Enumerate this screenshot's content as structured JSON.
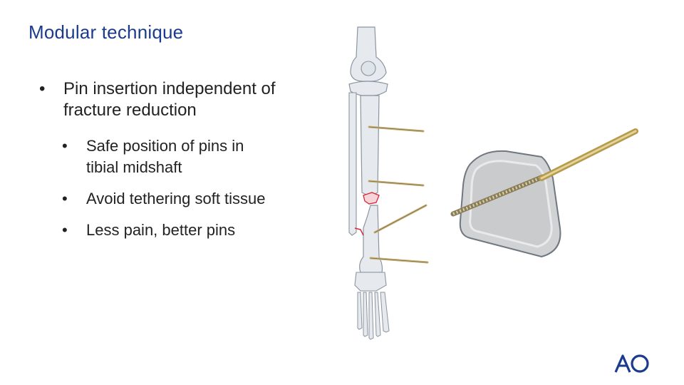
{
  "slide": {
    "title": "Modular technique",
    "bullet_main": "Pin insertion independent of fracture reduction",
    "sub_bullets": [
      "Safe position of pins in tibial midshaft",
      "Avoid tethering soft tissue",
      "Less pain, better pins"
    ],
    "bullet_symbol": "•"
  },
  "illustration": {
    "leg_icon": "leg-bone-anatomy-icon",
    "cross_section_icon": "tibia-cross-section-with-pin-icon"
  },
  "logo": {
    "name": "ao-logo"
  },
  "colors": {
    "title": "#1b3b8c",
    "text": "#222222",
    "bone": "#e6eaee",
    "bone_outline": "#8a95a0",
    "pin": "#c8b27a",
    "fracture": "#d9263a",
    "logo": "#1b3b8c"
  }
}
